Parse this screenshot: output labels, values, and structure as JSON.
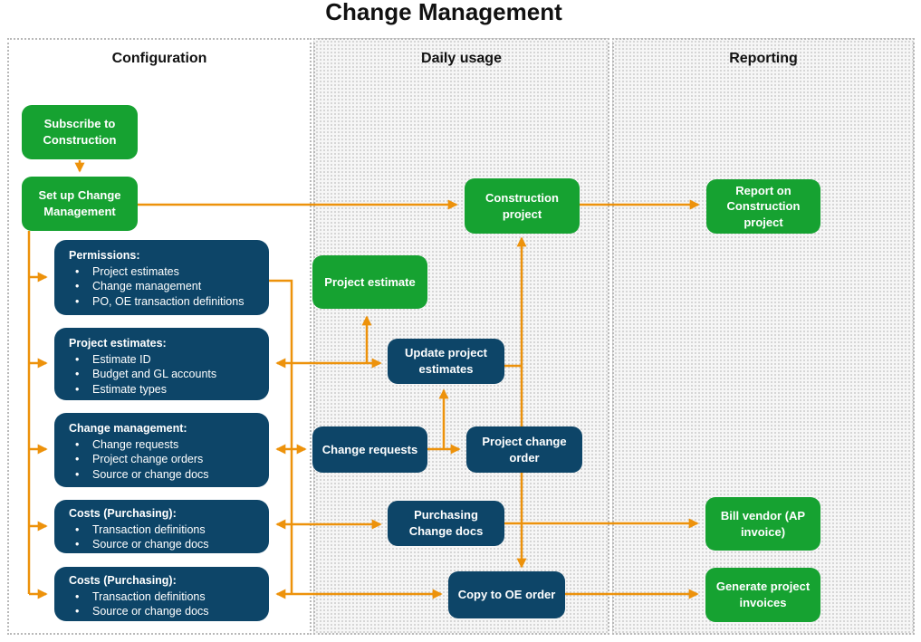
{
  "title": "Change Management",
  "colors": {
    "green": "#16A231",
    "blue": "#0D4568",
    "orange": "#ED920B"
  },
  "columns": {
    "configuration": {
      "label": "Configuration"
    },
    "daily_usage": {
      "label": "Daily usage"
    },
    "reporting": {
      "label": "Reporting"
    }
  },
  "nodes": {
    "subscribe": {
      "label": "Subscribe to Construction"
    },
    "setup": {
      "label": "Set up Change Management"
    },
    "project_estimate": {
      "label": "Project estimate"
    },
    "construction_project": {
      "label": "Construction project"
    },
    "report_construction": {
      "label": "Report on Construction project"
    },
    "bill_vendor": {
      "label": "Bill vendor (AP invoice)"
    },
    "generate_invoices": {
      "label": "Generate project invoices"
    },
    "update_estimates": {
      "label": "Update project estimates"
    },
    "change_requests": {
      "label": "Change requests"
    },
    "project_change_order": {
      "label": "Project change order"
    },
    "purchasing_change_docs": {
      "label": "Purchasing Change docs"
    },
    "copy_oe_order": {
      "label": "Copy to OE order"
    }
  },
  "lists": {
    "permissions": {
      "title": "Permissions:",
      "items": [
        "Project estimates",
        "Change management",
        "PO, OE transaction definitions"
      ]
    },
    "project_estimates": {
      "title": "Project estimates:",
      "items": [
        "Estimate ID",
        "Budget and GL accounts",
        "Estimate types"
      ]
    },
    "change_management": {
      "title": "Change management:",
      "items": [
        "Change requests",
        "Project change orders",
        "Source or change docs"
      ]
    },
    "costs_purchasing_1": {
      "title": "Costs (Purchasing):",
      "items": [
        "Transaction definitions",
        "Source or change docs"
      ]
    },
    "costs_purchasing_2": {
      "title": "Costs (Purchasing):",
      "items": [
        "Transaction definitions",
        "Source or change docs"
      ]
    }
  }
}
